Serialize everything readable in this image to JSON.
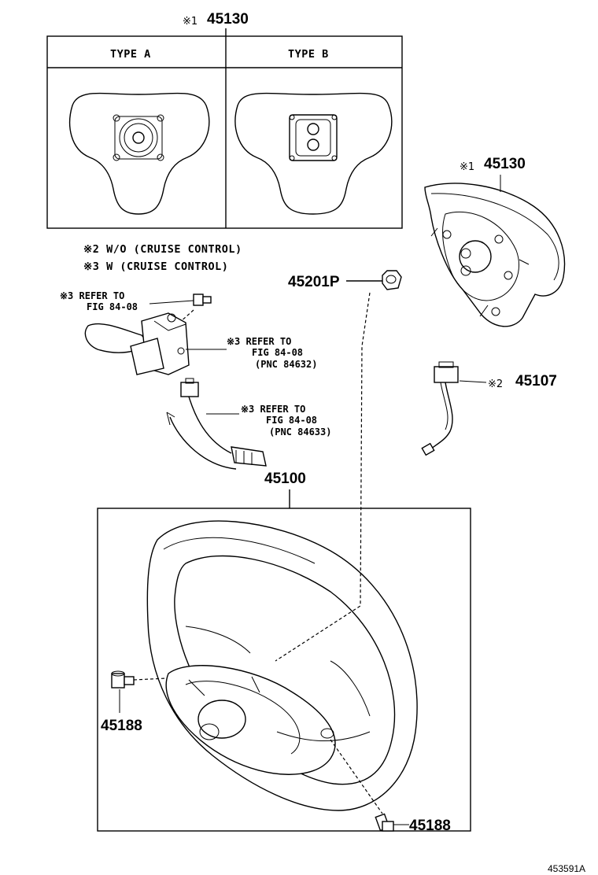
{
  "table": {
    "type_a": "TYPE A",
    "type_b": "TYPE B"
  },
  "callouts": {
    "pad_top": {
      "mark": "※1",
      "part": "45130"
    },
    "pad_right": {
      "mark": "※1",
      "part": "45130"
    },
    "nut": {
      "part": "45201P"
    },
    "harness": {
      "mark": "※2",
      "part": "45107"
    },
    "wheel": {
      "part": "45100"
    },
    "screw_left": {
      "part": "45188"
    },
    "screw_bottom": {
      "part": "45188"
    }
  },
  "notes": {
    "n2": "※2 W/O (CRUISE CONTROL)",
    "n3": "※3 W  (CRUISE CONTROL)"
  },
  "refs": {
    "r1_l1": "※3 REFER TO",
    "r1_l2": "FIG 84-08",
    "r2_l1": "※3 REFER TO",
    "r2_l2": "FIG 84-08",
    "r2_l3": "(PNC 84632)",
    "r3_l1": "※3 REFER TO",
    "r3_l2": "FIG 84-08",
    "r3_l3": "(PNC 84633)"
  },
  "footer": {
    "illustration_id": "453591A"
  }
}
